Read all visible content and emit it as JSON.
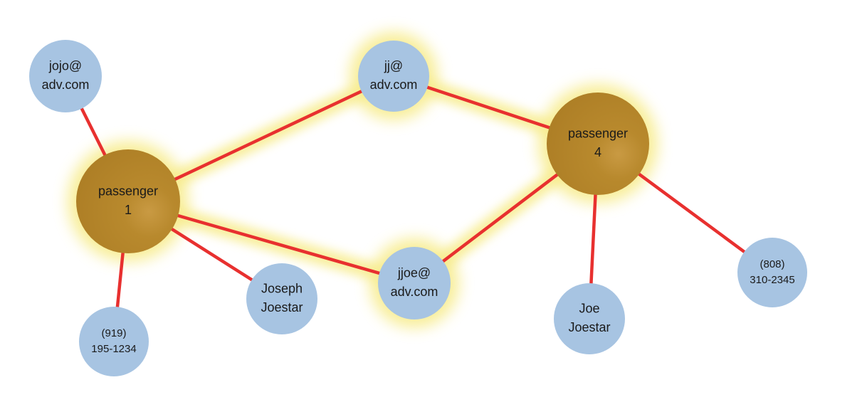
{
  "colors": {
    "background": "#ffffff",
    "edge": "#e8302f",
    "glow": "#f7ec8e",
    "passenger_fill": "#b8892d",
    "passenger_highlight": "#d2a552",
    "attribute_fill": "#a7c4e2",
    "label": "#1a1a1a"
  },
  "nodes": [
    {
      "id": "p1",
      "kind": "passenger",
      "highlighted": true,
      "lines": [
        "passenger",
        "1"
      ]
    },
    {
      "id": "p4",
      "kind": "passenger",
      "highlighted": true,
      "lines": [
        "passenger",
        "4"
      ]
    },
    {
      "id": "email_jojo",
      "kind": "attribute",
      "highlighted": false,
      "lines": [
        "jojo@",
        "adv.com"
      ]
    },
    {
      "id": "email_jj",
      "kind": "attribute",
      "highlighted": true,
      "lines": [
        "jj@",
        "adv.com"
      ]
    },
    {
      "id": "email_jjoe",
      "kind": "attribute",
      "highlighted": true,
      "lines": [
        "jjoe@",
        "adv.com"
      ]
    },
    {
      "id": "phone_919",
      "kind": "attribute",
      "highlighted": false,
      "lines": [
        "(919)",
        "195-1234"
      ]
    },
    {
      "id": "name_joseph",
      "kind": "attribute",
      "highlighted": false,
      "lines": [
        "Joseph",
        "Joestar"
      ]
    },
    {
      "id": "name_joe",
      "kind": "attribute",
      "highlighted": false,
      "lines": [
        "Joe",
        "Joestar"
      ]
    },
    {
      "id": "phone_808",
      "kind": "attribute",
      "highlighted": false,
      "lines": [
        "(808)",
        "310-2345"
      ]
    }
  ],
  "edges": [
    {
      "from": "p1",
      "to": "email_jojo",
      "highlighted": false
    },
    {
      "from": "p1",
      "to": "email_jj",
      "highlighted": true
    },
    {
      "from": "p1",
      "to": "email_jjoe",
      "highlighted": true
    },
    {
      "from": "p1",
      "to": "phone_919",
      "highlighted": false
    },
    {
      "from": "p1",
      "to": "name_joseph",
      "highlighted": false
    },
    {
      "from": "p4",
      "to": "email_jj",
      "highlighted": true
    },
    {
      "from": "p4",
      "to": "email_jjoe",
      "highlighted": true
    },
    {
      "from": "p4",
      "to": "name_joe",
      "highlighted": false
    },
    {
      "from": "p4",
      "to": "phone_808",
      "highlighted": false
    }
  ]
}
